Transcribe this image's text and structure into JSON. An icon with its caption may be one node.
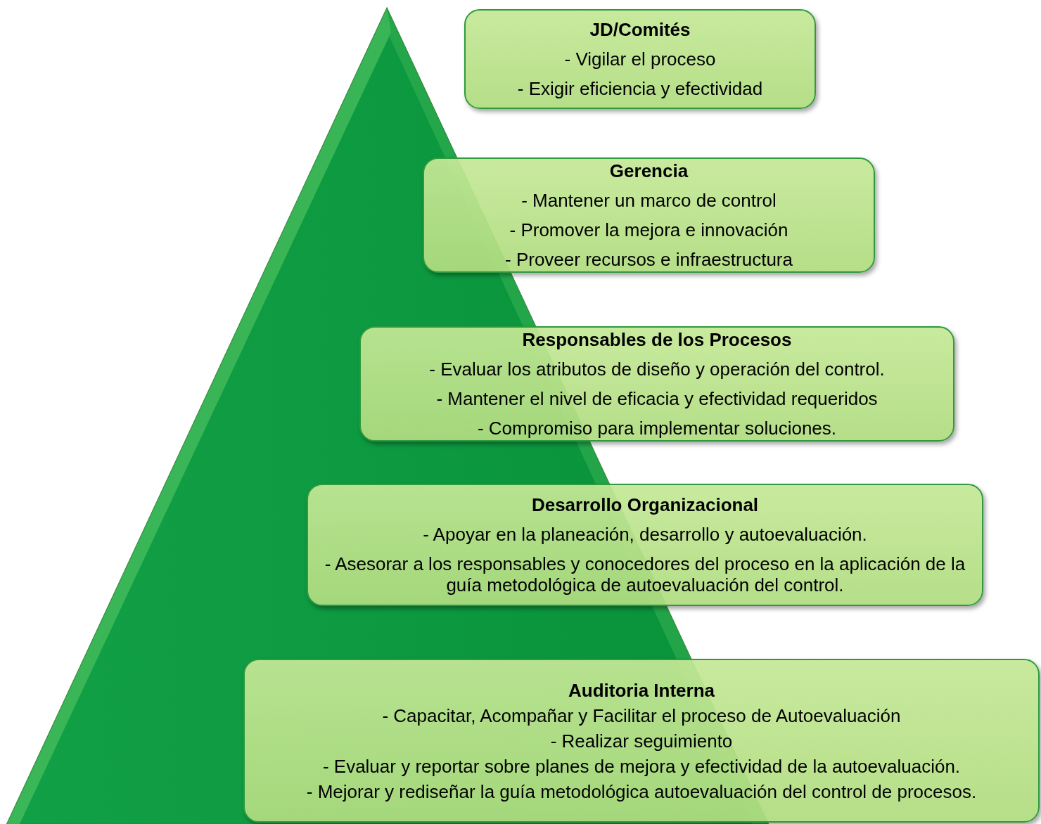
{
  "diagram": {
    "nodes": [
      {
        "text": [
          "JD/Comités",
          "- Vigilar el proceso",
          "- Exigir eficiencia y efectividad"
        ]
      },
      {
        "text": [
          "Gerencia",
          "- Mantener un marco de control",
          "- Promover la mejora e innovación",
          "- Proveer recursos e infraestructura"
        ]
      },
      {
        "text": [
          "Responsables de los Procesos",
          "- Evaluar los atributos de diseño y operación del control.",
          "- Mantener el nivel de eficacia y efectividad requeridos",
          "- Compromiso para implementar soluciones."
        ]
      },
      {
        "text": [
          "Desarrollo Organizacional",
          "- Apoyar en la planeación, desarrollo y autoevaluación.",
          "- Asesorar a los responsables y conocedores del proceso en la aplicación de la guía metodológica de autoevaluación del control."
        ]
      },
      {
        "text": [
          "Auditoria Interna",
          "- Capacitar, Acompañar y Facilitar el proceso de Autoevaluación",
          "- Realizar  seguimiento",
          "- Evaluar y reportar sobre planes de mejora y efectividad de la autoevaluación.",
          "- Mejorar y rediseñar la guía metodológica autoevaluación del control de procesos."
        ]
      }
    ]
  }
}
